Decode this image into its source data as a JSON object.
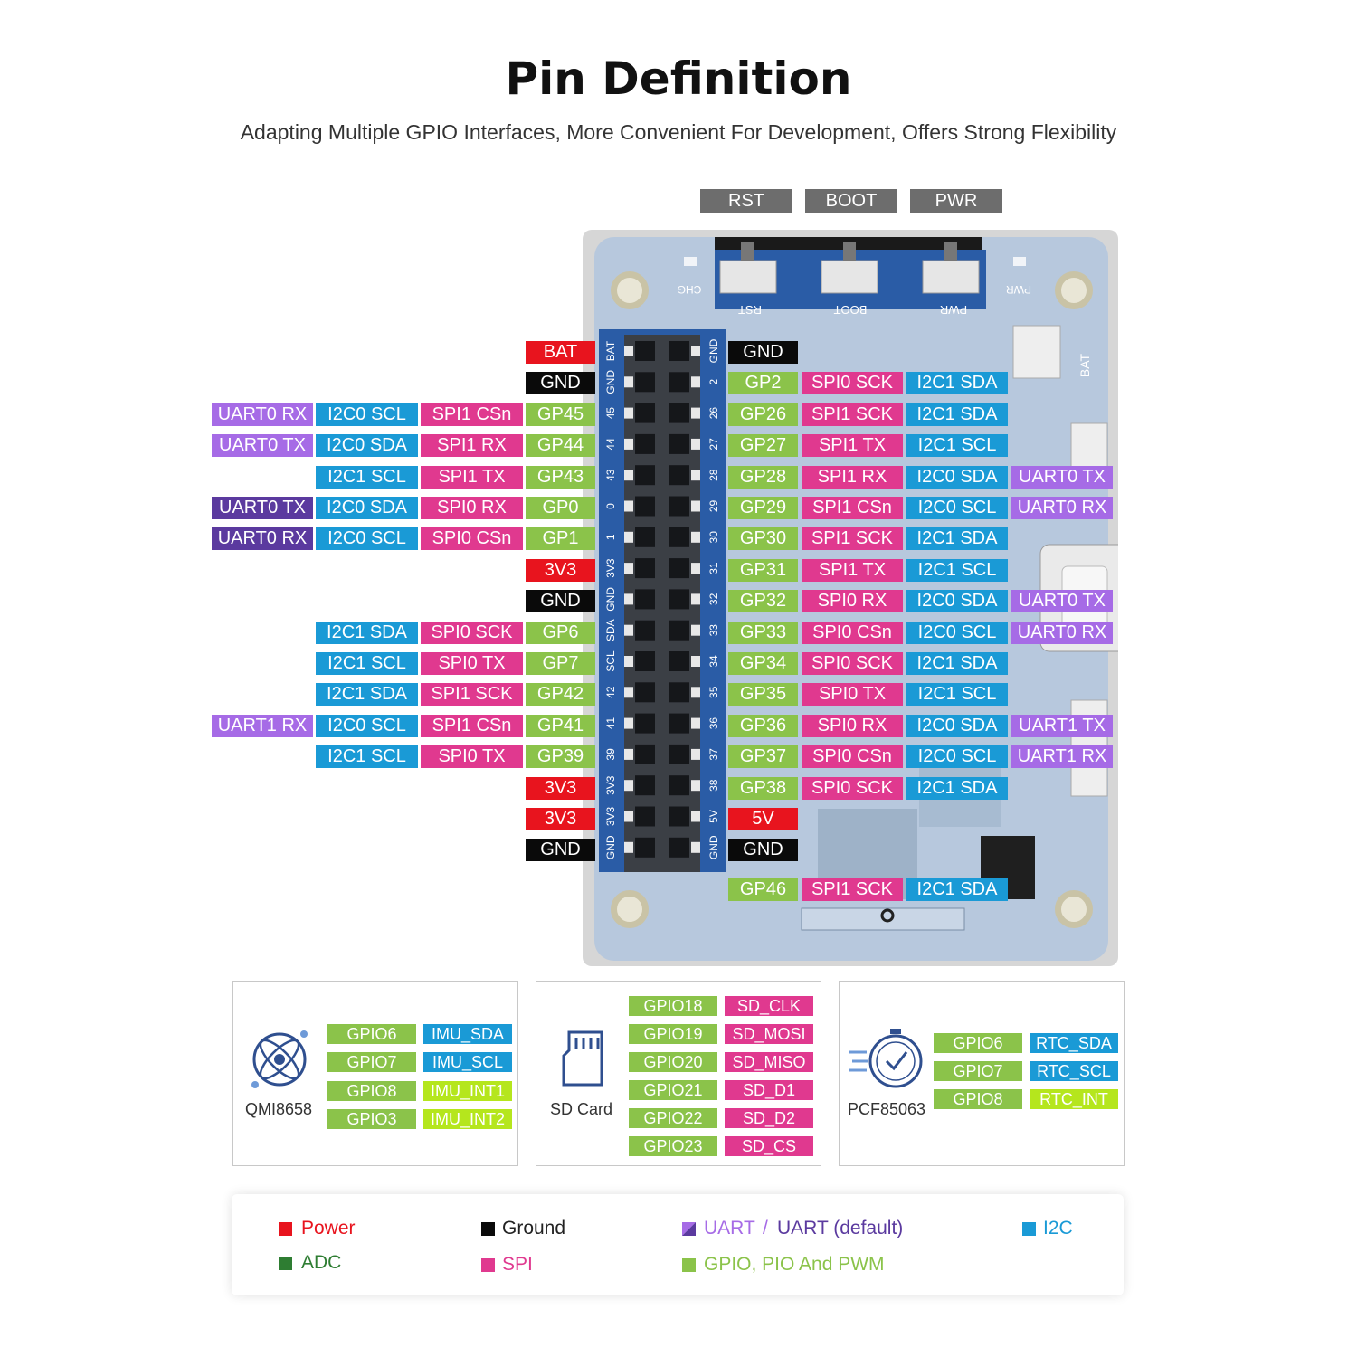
{
  "title": "Pin Definition",
  "subtitle": "Adapting Multiple GPIO Interfaces, More Convenient For Development, Offers Strong Flexibility",
  "colors": {
    "power": "#e8141e",
    "ground": "#0a0a0a",
    "uart": "#a66be6",
    "uart_default": "#5b3a9f",
    "i2c": "#1a9ad6",
    "spi": "#e0398f",
    "gpio": "#8bc34a",
    "adc": "#2e7d32",
    "int": "#b5e61d"
  },
  "buttons": [
    "RST",
    "BOOT",
    "PWR"
  ],
  "board_silkscreen": {
    "chg": "CHG",
    "rst": "RST",
    "boot": "BOOT",
    "pwr": "PWR",
    "bat": "BAT"
  },
  "left_rows": [
    {
      "pin": "BAT",
      "tags": [
        {
          "t": "BAT",
          "c": "power"
        }
      ]
    },
    {
      "pin": "GND",
      "tags": [
        {
          "t": "GND",
          "c": "ground"
        }
      ]
    },
    {
      "pin": "45",
      "tags": [
        {
          "t": "GP45",
          "c": "gpio"
        },
        {
          "t": "SPI1 CSn",
          "c": "spi"
        },
        {
          "t": "I2C0 SCL",
          "c": "i2c"
        },
        {
          "t": "UART0 RX",
          "c": "uart"
        }
      ]
    },
    {
      "pin": "44",
      "tags": [
        {
          "t": "GP44",
          "c": "gpio"
        },
        {
          "t": "SPI1 RX",
          "c": "spi"
        },
        {
          "t": "I2C0 SDA",
          "c": "i2c"
        },
        {
          "t": "UART0 TX",
          "c": "uart"
        }
      ]
    },
    {
      "pin": "43",
      "tags": [
        {
          "t": "GP43",
          "c": "gpio"
        },
        {
          "t": "SPI1 TX",
          "c": "spi"
        },
        {
          "t": "I2C1 SCL",
          "c": "i2c"
        }
      ]
    },
    {
      "pin": "0",
      "tags": [
        {
          "t": "GP0",
          "c": "gpio"
        },
        {
          "t": "SPI0 RX",
          "c": "spi"
        },
        {
          "t": "I2C0 SDA",
          "c": "i2c"
        },
        {
          "t": "UART0 TX",
          "c": "uart_default"
        }
      ]
    },
    {
      "pin": "1",
      "tags": [
        {
          "t": "GP1",
          "c": "gpio"
        },
        {
          "t": "SPI0 CSn",
          "c": "spi"
        },
        {
          "t": "I2C0 SCL",
          "c": "i2c"
        },
        {
          "t": "UART0 RX",
          "c": "uart_default"
        }
      ]
    },
    {
      "pin": "3V3",
      "tags": [
        {
          "t": "3V3",
          "c": "power"
        }
      ]
    },
    {
      "pin": "GND",
      "tags": [
        {
          "t": "GND",
          "c": "ground"
        }
      ]
    },
    {
      "pin": "SDA",
      "tags": [
        {
          "t": "GP6",
          "c": "gpio"
        },
        {
          "t": "SPI0 SCK",
          "c": "spi"
        },
        {
          "t": "I2C1 SDA",
          "c": "i2c"
        }
      ]
    },
    {
      "pin": "SCL",
      "tags": [
        {
          "t": "GP7",
          "c": "gpio"
        },
        {
          "t": "SPI0 TX",
          "c": "spi"
        },
        {
          "t": "I2C1 SCL",
          "c": "i2c"
        }
      ]
    },
    {
      "pin": "42",
      "tags": [
        {
          "t": "GP42",
          "c": "gpio"
        },
        {
          "t": "SPI1 SCK",
          "c": "spi"
        },
        {
          "t": "I2C1 SDA",
          "c": "i2c"
        }
      ]
    },
    {
      "pin": "41",
      "tags": [
        {
          "t": "GP41",
          "c": "gpio"
        },
        {
          "t": "SPI1 CSn",
          "c": "spi"
        },
        {
          "t": "I2C0 SCL",
          "c": "i2c"
        },
        {
          "t": "UART1 RX",
          "c": "uart"
        }
      ]
    },
    {
      "pin": "39",
      "tags": [
        {
          "t": "GP39",
          "c": "gpio"
        },
        {
          "t": "SPI0 TX",
          "c": "spi"
        },
        {
          "t": "I2C1 SCL",
          "c": "i2c"
        }
      ]
    },
    {
      "pin": "3V3",
      "tags": [
        {
          "t": "3V3",
          "c": "power"
        }
      ]
    },
    {
      "pin": "3V3",
      "tags": [
        {
          "t": "3V3",
          "c": "power"
        }
      ]
    },
    {
      "pin": "GND",
      "tags": [
        {
          "t": "GND",
          "c": "ground"
        }
      ]
    }
  ],
  "right_rows": [
    {
      "pin": "GND",
      "tags": [
        {
          "t": "GND",
          "c": "ground"
        }
      ]
    },
    {
      "pin": "2",
      "tags": [
        {
          "t": "GP2",
          "c": "gpio"
        },
        {
          "t": "SPI0 SCK",
          "c": "spi"
        },
        {
          "t": "I2C1 SDA",
          "c": "i2c"
        }
      ]
    },
    {
      "pin": "26",
      "tags": [
        {
          "t": "GP26",
          "c": "gpio"
        },
        {
          "t": "SPI1 SCK",
          "c": "spi"
        },
        {
          "t": "I2C1 SDA",
          "c": "i2c"
        }
      ]
    },
    {
      "pin": "27",
      "tags": [
        {
          "t": "GP27",
          "c": "gpio"
        },
        {
          "t": "SPI1 TX",
          "c": "spi"
        },
        {
          "t": "I2C1 SCL",
          "c": "i2c"
        }
      ]
    },
    {
      "pin": "28",
      "tags": [
        {
          "t": "GP28",
          "c": "gpio"
        },
        {
          "t": "SPI1 RX",
          "c": "spi"
        },
        {
          "t": "I2C0 SDA",
          "c": "i2c"
        },
        {
          "t": "UART0 TX",
          "c": "uart"
        }
      ]
    },
    {
      "pin": "29",
      "tags": [
        {
          "t": "GP29",
          "c": "gpio"
        },
        {
          "t": "SPI1 CSn",
          "c": "spi"
        },
        {
          "t": "I2C0 SCL",
          "c": "i2c"
        },
        {
          "t": "UART0 RX",
          "c": "uart"
        }
      ]
    },
    {
      "pin": "30",
      "tags": [
        {
          "t": "GP30",
          "c": "gpio"
        },
        {
          "t": "SPI1 SCK",
          "c": "spi"
        },
        {
          "t": "I2C1 SDA",
          "c": "i2c"
        }
      ]
    },
    {
      "pin": "31",
      "tags": [
        {
          "t": "GP31",
          "c": "gpio"
        },
        {
          "t": "SPI1 TX",
          "c": "spi"
        },
        {
          "t": "I2C1 SCL",
          "c": "i2c"
        }
      ]
    },
    {
      "pin": "32",
      "tags": [
        {
          "t": "GP32",
          "c": "gpio"
        },
        {
          "t": "SPI0 RX",
          "c": "spi"
        },
        {
          "t": "I2C0 SDA",
          "c": "i2c"
        },
        {
          "t": "UART0 TX",
          "c": "uart"
        }
      ]
    },
    {
      "pin": "33",
      "tags": [
        {
          "t": "GP33",
          "c": "gpio"
        },
        {
          "t": "SPI0 CSn",
          "c": "spi"
        },
        {
          "t": "I2C0 SCL",
          "c": "i2c"
        },
        {
          "t": "UART0 RX",
          "c": "uart"
        }
      ]
    },
    {
      "pin": "34",
      "tags": [
        {
          "t": "GP34",
          "c": "gpio"
        },
        {
          "t": "SPI0 SCK",
          "c": "spi"
        },
        {
          "t": "I2C1 SDA",
          "c": "i2c"
        }
      ]
    },
    {
      "pin": "35",
      "tags": [
        {
          "t": "GP35",
          "c": "gpio"
        },
        {
          "t": "SPI0 TX",
          "c": "spi"
        },
        {
          "t": "I2C1 SCL",
          "c": "i2c"
        }
      ]
    },
    {
      "pin": "36",
      "tags": [
        {
          "t": "GP36",
          "c": "gpio"
        },
        {
          "t": "SPI0 RX",
          "c": "spi"
        },
        {
          "t": "I2C0 SDA",
          "c": "i2c"
        },
        {
          "t": "UART1 TX",
          "c": "uart"
        }
      ]
    },
    {
      "pin": "37",
      "tags": [
        {
          "t": "GP37",
          "c": "gpio"
        },
        {
          "t": "SPI0 CSn",
          "c": "spi"
        },
        {
          "t": "I2C0 SCL",
          "c": "i2c"
        },
        {
          "t": "UART1 RX",
          "c": "uart"
        }
      ]
    },
    {
      "pin": "38",
      "tags": [
        {
          "t": "GP38",
          "c": "gpio"
        },
        {
          "t": "SPI0 SCK",
          "c": "spi"
        },
        {
          "t": "I2C1 SDA",
          "c": "i2c"
        }
      ]
    },
    {
      "pin": "5V",
      "tags": [
        {
          "t": "5V",
          "c": "power"
        }
      ]
    },
    {
      "pin": "GND",
      "tags": [
        {
          "t": "GND",
          "c": "ground"
        }
      ]
    }
  ],
  "extra_row": {
    "tags": [
      {
        "t": "GP46",
        "c": "gpio"
      },
      {
        "t": "SPI1 SCK",
        "c": "spi"
      },
      {
        "t": "I2C1 SDA",
        "c": "i2c"
      }
    ]
  },
  "panels": [
    {
      "label": "QMI8658",
      "icon": "gyroscope-icon",
      "rows": [
        {
          "a": "GPIO6",
          "b": "IMU_SDA",
          "bc": "i2c"
        },
        {
          "a": "GPIO7",
          "b": "IMU_SCL",
          "bc": "i2c"
        },
        {
          "a": "GPIO8",
          "b": "IMU_INT1",
          "bc": "int"
        },
        {
          "a": "GPIO3",
          "b": "IMU_INT2",
          "bc": "int"
        }
      ]
    },
    {
      "label": "SD Card",
      "icon": "sd-card-icon",
      "rows": [
        {
          "a": "GPIO18",
          "b": "SD_CLK",
          "bc": "spi"
        },
        {
          "a": "GPIO19",
          "b": "SD_MOSI",
          "bc": "spi"
        },
        {
          "a": "GPIO20",
          "b": "SD_MISO",
          "bc": "spi"
        },
        {
          "a": "GPIO21",
          "b": "SD_D1",
          "bc": "spi"
        },
        {
          "a": "GPIO22",
          "b": "SD_D2",
          "bc": "spi"
        },
        {
          "a": "GPIO23",
          "b": "SD_CS",
          "bc": "spi"
        }
      ]
    },
    {
      "label": "PCF85063",
      "icon": "stopwatch-icon",
      "rows": [
        {
          "a": "GPIO6",
          "b": "RTC_SDA",
          "bc": "i2c"
        },
        {
          "a": "GPIO7",
          "b": "RTC_SCL",
          "bc": "i2c"
        },
        {
          "a": "GPIO8",
          "b": "RTC_INT",
          "bc": "int"
        }
      ]
    }
  ],
  "legend": {
    "power": "Power",
    "ground": "Ground",
    "uart": "UART",
    "slash": "/",
    "uart_default": "UART (default)",
    "i2c": "I2C",
    "adc": "ADC",
    "spi": "SPI",
    "gpio": "GPIO, PIO And PWM"
  }
}
